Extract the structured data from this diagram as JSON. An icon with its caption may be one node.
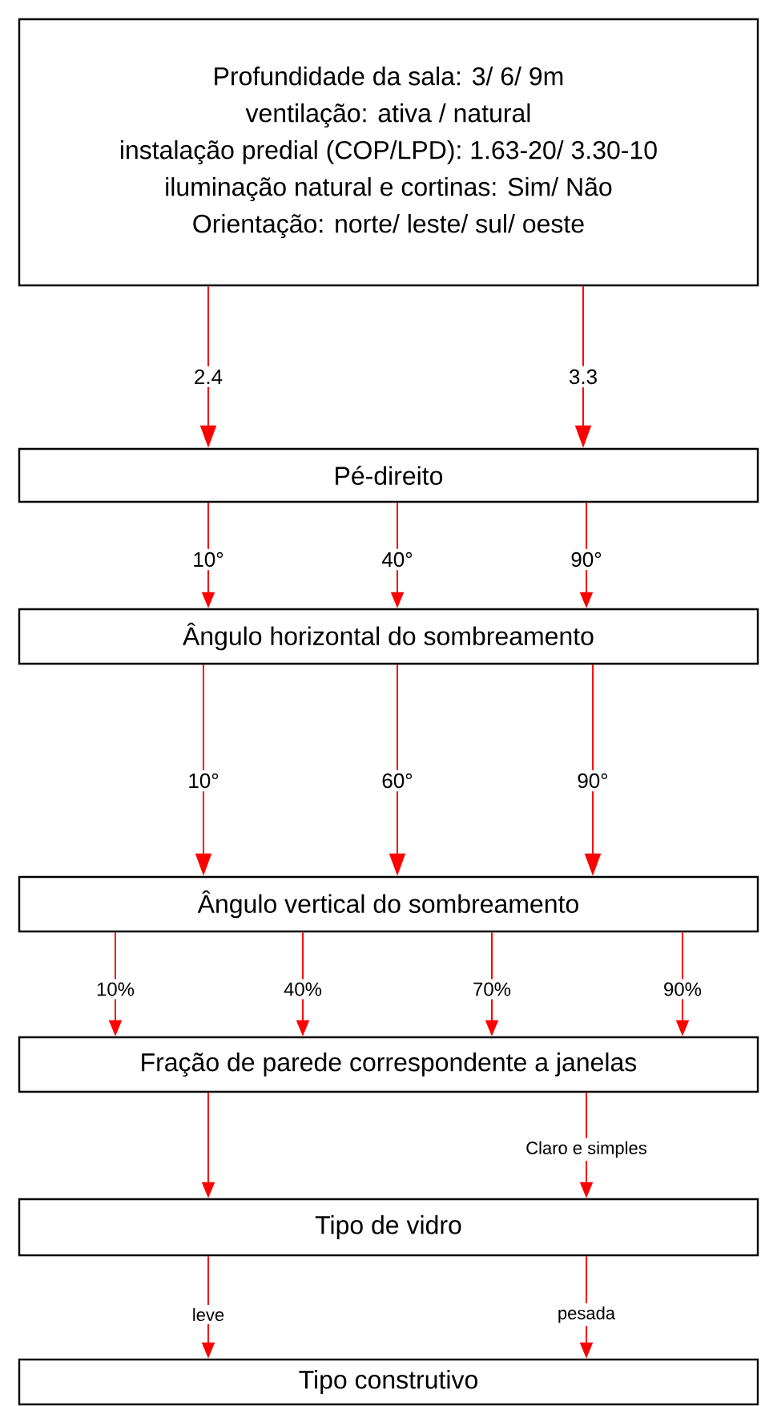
{
  "diagram": {
    "nodes": [
      {
        "text": [
          "Profundidade da sala: 3/ 6/ 9m",
          "ventilação: ativa / natural",
          "instalação predial (COP/LPD): 1.63-20/ 3.30-10",
          "iluminação natural e cortinas: Sim/ Não",
          "Orientação: norte/ leste/ sul/ oeste"
        ]
      },
      {
        "text": [
          "Pé-direito"
        ]
      },
      {
        "text": [
          "Ângulo horizontal do sombreamento"
        ]
      },
      {
        "text": [
          "Ângulo vertical do sombreamento"
        ]
      },
      {
        "text": [
          "Fração de parede correspondente a janelas"
        ]
      },
      {
        "text": [
          "Tipo de vidro"
        ]
      },
      {
        "text": [
          "Tipo construtivo"
        ]
      }
    ],
    "edges": [
      {
        "from": 0,
        "to": 1,
        "arrow": "to",
        "label": "2.4"
      },
      {
        "from": 0,
        "to": 1,
        "arrow": "to",
        "label": "3.3"
      },
      {
        "from": 1,
        "to": 2,
        "arrow": "to",
        "label": "10°"
      },
      {
        "from": 1,
        "to": 2,
        "arrow": "to",
        "label": "40°"
      },
      {
        "from": 1,
        "to": 2,
        "arrow": "to",
        "label": "90°"
      },
      {
        "from": 2,
        "to": 3,
        "arrow": "to",
        "label": "10°"
      },
      {
        "from": 2,
        "to": 3,
        "arrow": "to",
        "label": "60°"
      },
      {
        "from": 2,
        "to": 3,
        "arrow": "to",
        "label": "90°"
      },
      {
        "from": 3,
        "to": 4,
        "arrow": "to",
        "label": "10%"
      },
      {
        "from": 3,
        "to": 4,
        "arrow": "to",
        "label": "40%"
      },
      {
        "from": 3,
        "to": 4,
        "arrow": "to",
        "label": "70%"
      },
      {
        "from": 3,
        "to": 4,
        "arrow": "to",
        "label": "90%"
      },
      {
        "from": 4,
        "to": 5,
        "arrow": "to"
      },
      {
        "from": 4,
        "to": 5,
        "arrow": "to",
        "label": "Claro e simples"
      },
      {
        "from": 5,
        "to": 6,
        "arrow": "to",
        "label": "leve"
      },
      {
        "from": 5,
        "to": 6,
        "arrow": "to",
        "label": "pesada"
      }
    ]
  }
}
